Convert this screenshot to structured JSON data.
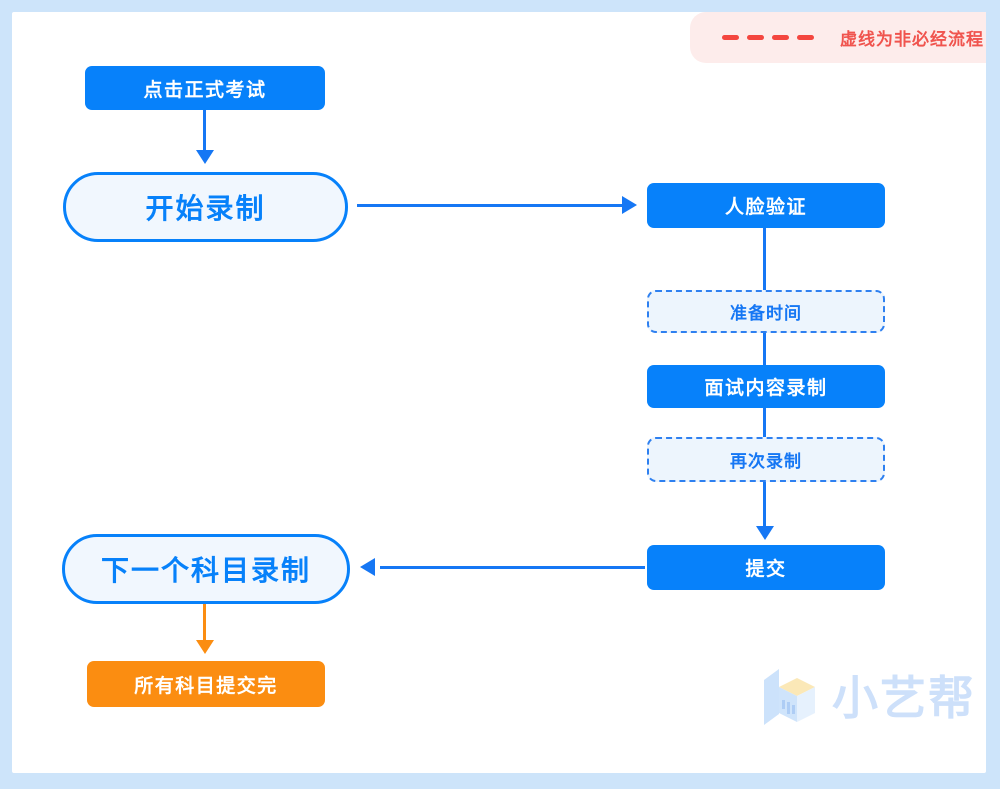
{
  "legend": {
    "label": "虚线为非必经流程"
  },
  "flow": {
    "click_formal_exam": "点击正式考试",
    "start_recording": "开始录制",
    "face_verification": "人脸验证",
    "preparation_time": "准备时间",
    "interview_recording": "面试内容录制",
    "re_recording": "再次录制",
    "submit": "提交",
    "next_subject_recording": "下一个科目录制",
    "all_subjects_submitted": "所有科目提交完"
  },
  "watermark": {
    "brand": "小艺帮"
  },
  "colors": {
    "primary_blue": "#0781fa",
    "line_blue": "#1677f4",
    "dashed_border": "#2e80f0",
    "node_light_fill": "#f1f7fe",
    "dashed_fill": "#edf5fd",
    "orange": "#fb8d11",
    "legend_bg": "#fdeceb",
    "legend_dash": "#f4463f",
    "legend_red": "#f0544e",
    "frame": "#cde4fa",
    "watermark_blue": "#cde0fa",
    "watermark_yellow": "#fbe8b7"
  }
}
